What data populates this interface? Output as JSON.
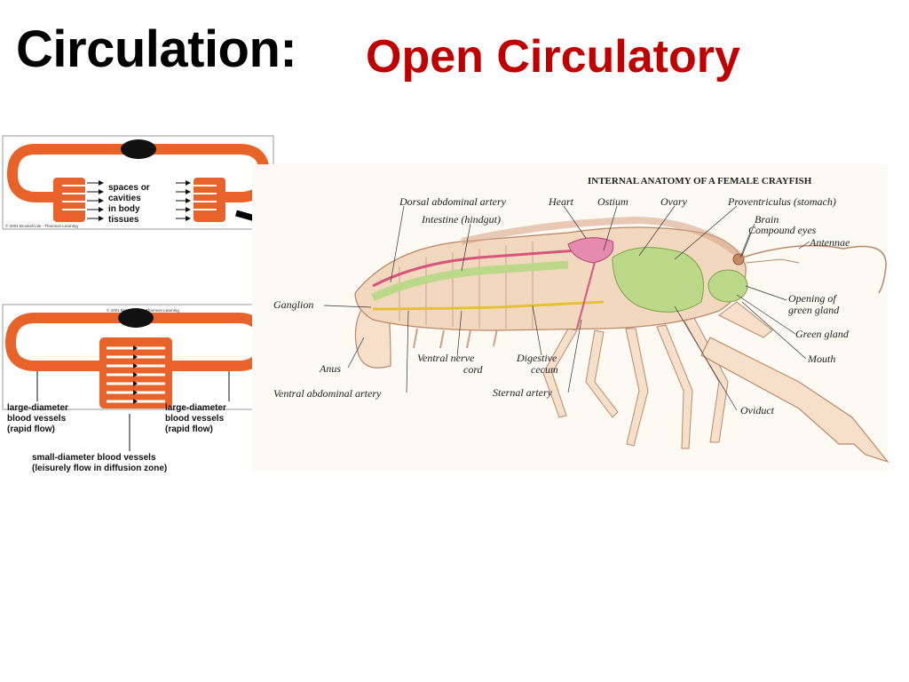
{
  "slide": {
    "title": "Circulation:",
    "subtitle": "Open Circulatory"
  },
  "diagram_open": {
    "credit": "© 2001 Brooks/Cole - Thomson Learning",
    "label_lines": [
      "spaces or",
      "cavities",
      "in body",
      "tissues"
    ]
  },
  "diagram_closed": {
    "credit": "© 2001 Brooks/Cole - Thomson Learning",
    "left_label": [
      "large-diameter",
      "blood vessels",
      "(rapid flow)"
    ],
    "right_label": [
      "large-diameter",
      "blood vessels",
      "(rapid flow)"
    ],
    "bottom_label": [
      "small-diameter blood vessels",
      "(leisurely flow in diffusion zone)"
    ]
  },
  "crayfish": {
    "heading": "INTERNAL ANATOMY OF A FEMALE CRAYFISH",
    "labels": {
      "dorsal_abdominal_artery": "Dorsal abdominal artery",
      "heart": "Heart",
      "ostium": "Ostium",
      "ovary": "Ovary",
      "proventriculus": "Proventriculus (stomach)",
      "intestine": "Intestine (hindgut)",
      "brain": "Brain",
      "compound_eyes": "Compound eyes",
      "antennae": "Antennae",
      "ganglion": "Ganglion",
      "opening_green_gland_1": "Opening of",
      "opening_green_gland_2": "green gland",
      "green_gland": "Green gland",
      "mouth": "Mouth",
      "anus": "Anus",
      "ventral_nerve_1": "Ventral nerve",
      "ventral_nerve_2": "cord",
      "digestive_1": "Digestive",
      "digestive_2": "cecum",
      "sternal_artery": "Sternal artery",
      "ventral_abdominal_artery": "Ventral abdominal artery",
      "oviduct": "Oviduct"
    }
  },
  "colors": {
    "vessel_orange": "#e8632a",
    "heart_black": "#111111",
    "subtitle_red": "#c00000",
    "shell": "#f3d8c0",
    "gut_green": "#bcd98a",
    "artery_pink": "#d9547a"
  }
}
